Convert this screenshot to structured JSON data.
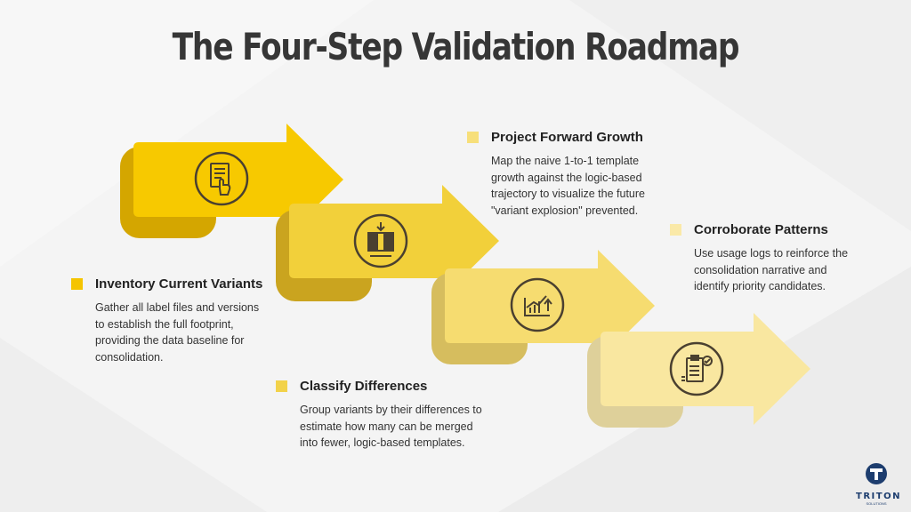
{
  "title": "The Four-Step Validation Roadmap",
  "colors": {
    "step1": "#f5c400",
    "step2": "#f2d24a",
    "step3": "#f7df7a",
    "step4": "#fae9a8",
    "text": "#333333",
    "logo": "#1d3d6e"
  },
  "steps": [
    {
      "heading": "Inventory Current Variants",
      "body": "Gather all label files and versions to establish the full footprint, providing the data baseline for consolidation.",
      "icon": "document-hand-icon"
    },
    {
      "heading": "Classify Differences",
      "body": "Group variants by their differences to estimate how many can be merged into fewer, logic-based templates.",
      "icon": "merge-columns-icon"
    },
    {
      "heading": "Project Forward Growth",
      "body": "Map the naive 1-to-1 template growth against the logic-based trajectory to visualize the future \"variant explosion\" prevented.",
      "icon": "growth-chart-icon"
    },
    {
      "heading": "Corroborate Patterns",
      "body": "Use usage logs to reinforce the consolidation narrative and identify priority candidates.",
      "icon": "clipboard-check-icon"
    }
  ],
  "logo": {
    "letter": "T",
    "word": "TRITON",
    "sub": "SOLUTIONS"
  }
}
